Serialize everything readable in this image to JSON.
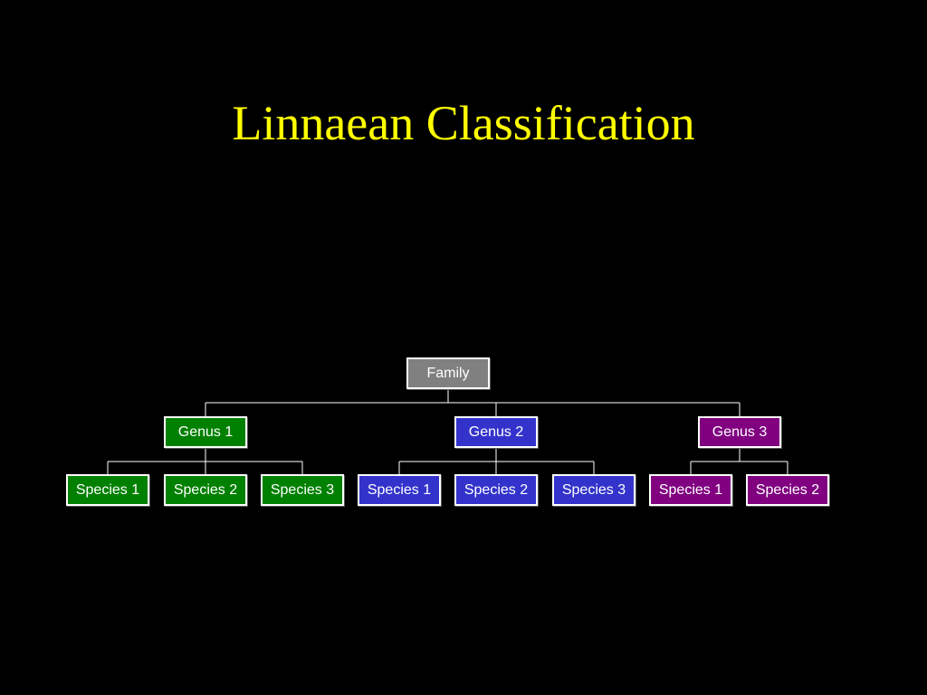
{
  "title": "Linnaean Classification",
  "colors": {
    "background": "#000000",
    "title": "#ffff00",
    "family": "#808080",
    "genus1": "#008000",
    "genus2": "#3333cc",
    "genus3": "#800080",
    "connector": "#ffffff"
  },
  "tree": {
    "family": {
      "label": "Family"
    },
    "genera": [
      {
        "label": "Genus 1",
        "species": [
          {
            "label": "Species 1"
          },
          {
            "label": "Species 2"
          },
          {
            "label": "Species 3"
          }
        ]
      },
      {
        "label": "Genus 2",
        "species": [
          {
            "label": "Species 1"
          },
          {
            "label": "Species 2"
          },
          {
            "label": "Species 3"
          }
        ]
      },
      {
        "label": "Genus 3",
        "species": [
          {
            "label": "Species 1"
          },
          {
            "label": "Species 2"
          }
        ]
      }
    ]
  }
}
